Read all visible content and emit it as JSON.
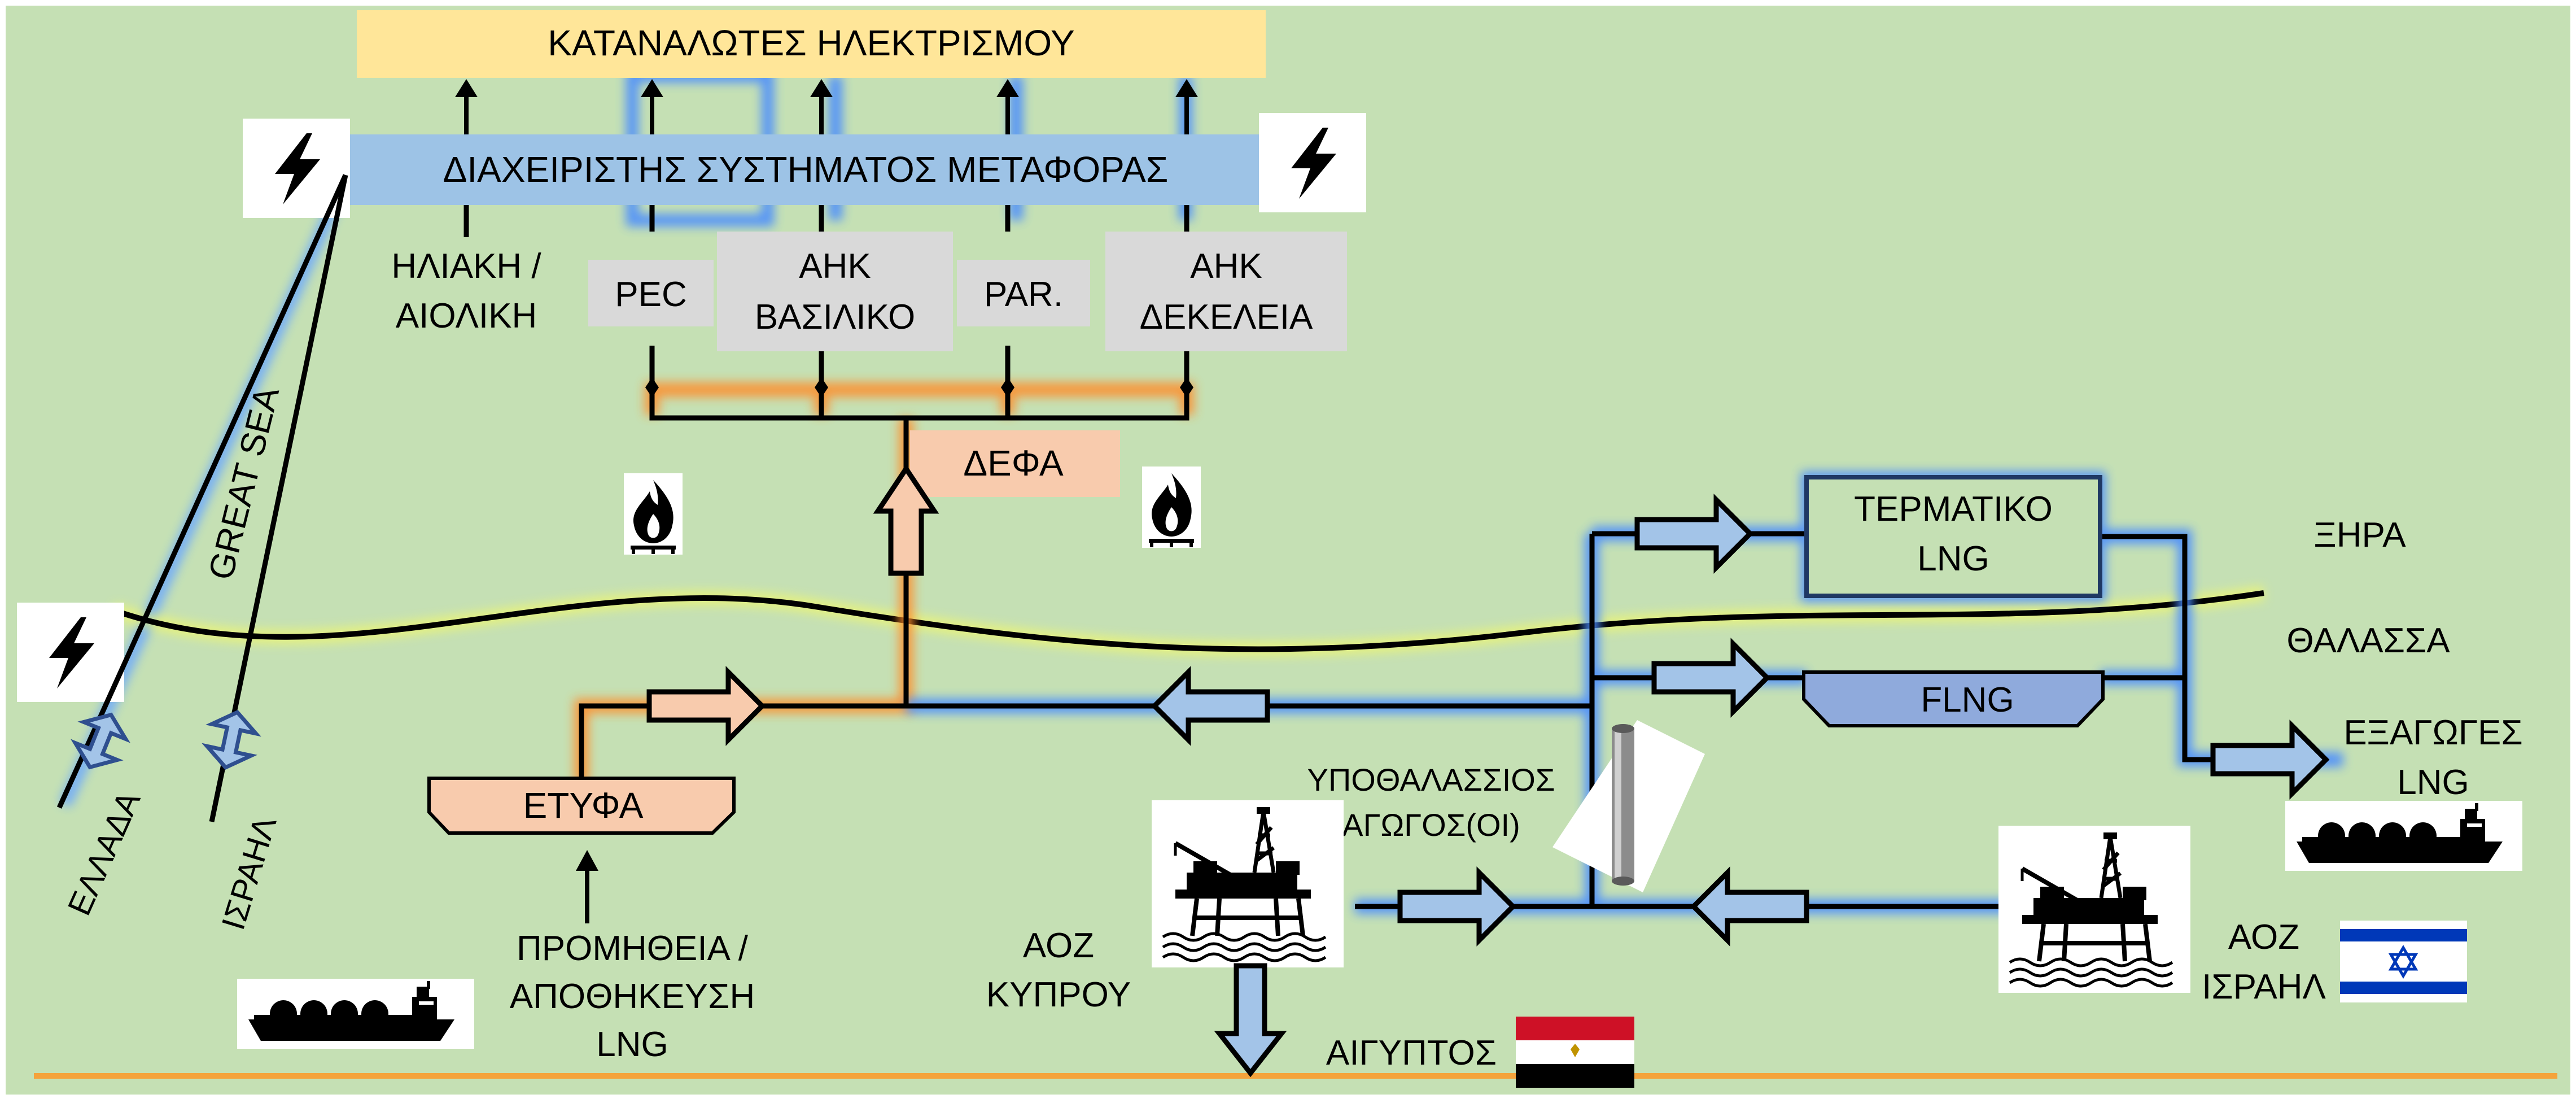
{
  "colors": {
    "background": "#c5e0b4",
    "consumers_bar": "#ffe699",
    "tso_bar": "#9dc3e6",
    "plant_box": "#d9d9d9",
    "gas_orange": "#f8cbad",
    "flng": "#8faadc",
    "terminal": "#c5e0b4",
    "glow_blue": "#4a90ff",
    "glow_orange": "#ff9a3c",
    "coastline_glow": "#ffff66",
    "seabed_line": "#f4a33c"
  },
  "top": {
    "consumers": "ΚΑΤΑΝΑΛΩΤΕΣ ΗΛΕΚΤΡΙΣΜΟΥ",
    "tso": "ΔΙΑΧΕΙΡΙΣΤΗΣ ΣΥΣΤΗΜΑΤΟΣ ΜΕΤΑΦΟΡΑΣ"
  },
  "generation": {
    "solar_wind_line1": "ΗΛΙΑΚΗ /",
    "solar_wind_line2": "ΑΙΟΛΙΚΗ",
    "pec": "PEC",
    "vasiliko_line1": "ΑΗΚ",
    "vasiliko_line2": "ΒΑΣΙΛΙΚΟ",
    "par": "PAR.",
    "dekeleia_line1": "ΑΗΚ",
    "dekeleia_line2": "ΔΕΚΕΛΕΙΑ"
  },
  "gas": {
    "defa": "ΔΕΦΑ",
    "etyfa": "ΕΤΥΦΑ",
    "supply_line1": "ΠΡΟΜΗΘΕΙΑ /",
    "supply_line2": "ΑΠΟΘΗΚΕΥΣΗ",
    "supply_line3": "LNG"
  },
  "lng": {
    "terminal_line1": "ΤΕΡΜΑΤΙΚΟ",
    "terminal_line2": "LNG",
    "flng": "FLNG",
    "exports_line1": "ΕΞΑΓΩΓΕΣ",
    "exports_line2": "LNG"
  },
  "zones": {
    "land": "ΞΗΡΑ",
    "sea": "ΘΑΛΑΣΣΑ",
    "pipeline_line1": "ΥΠΟΘΑΛΑΣΣΙΟΣ",
    "pipeline_line2": "ΑΓΩΓΟΣ(ΟΙ)",
    "eez_cyprus_line1": "ΑΟΖ",
    "eez_cyprus_line2": "ΚΥΠΡΟΥ",
    "eez_israel_line1": "ΑΟΖ",
    "eez_israel_line2": "ΙΣΡΑΗΛ",
    "egypt": "ΑΙΓΥΠΤΟΣ"
  },
  "interconnectors": {
    "great_sea": "GREAT SEA",
    "greece": "ΕΛΛΑΔΑ",
    "israel": "ΙΣΡΑΗΛ"
  },
  "icons": {
    "bolt": "lightning-bolt-icon",
    "flame": "gas-flame-icon",
    "ship": "lng-carrier-ship-icon",
    "rig": "offshore-platform-icon",
    "pipe": "pipe-segment-icon",
    "israel_flag": "israel-flag-icon",
    "egypt_flag": "egypt-flag-icon"
  }
}
